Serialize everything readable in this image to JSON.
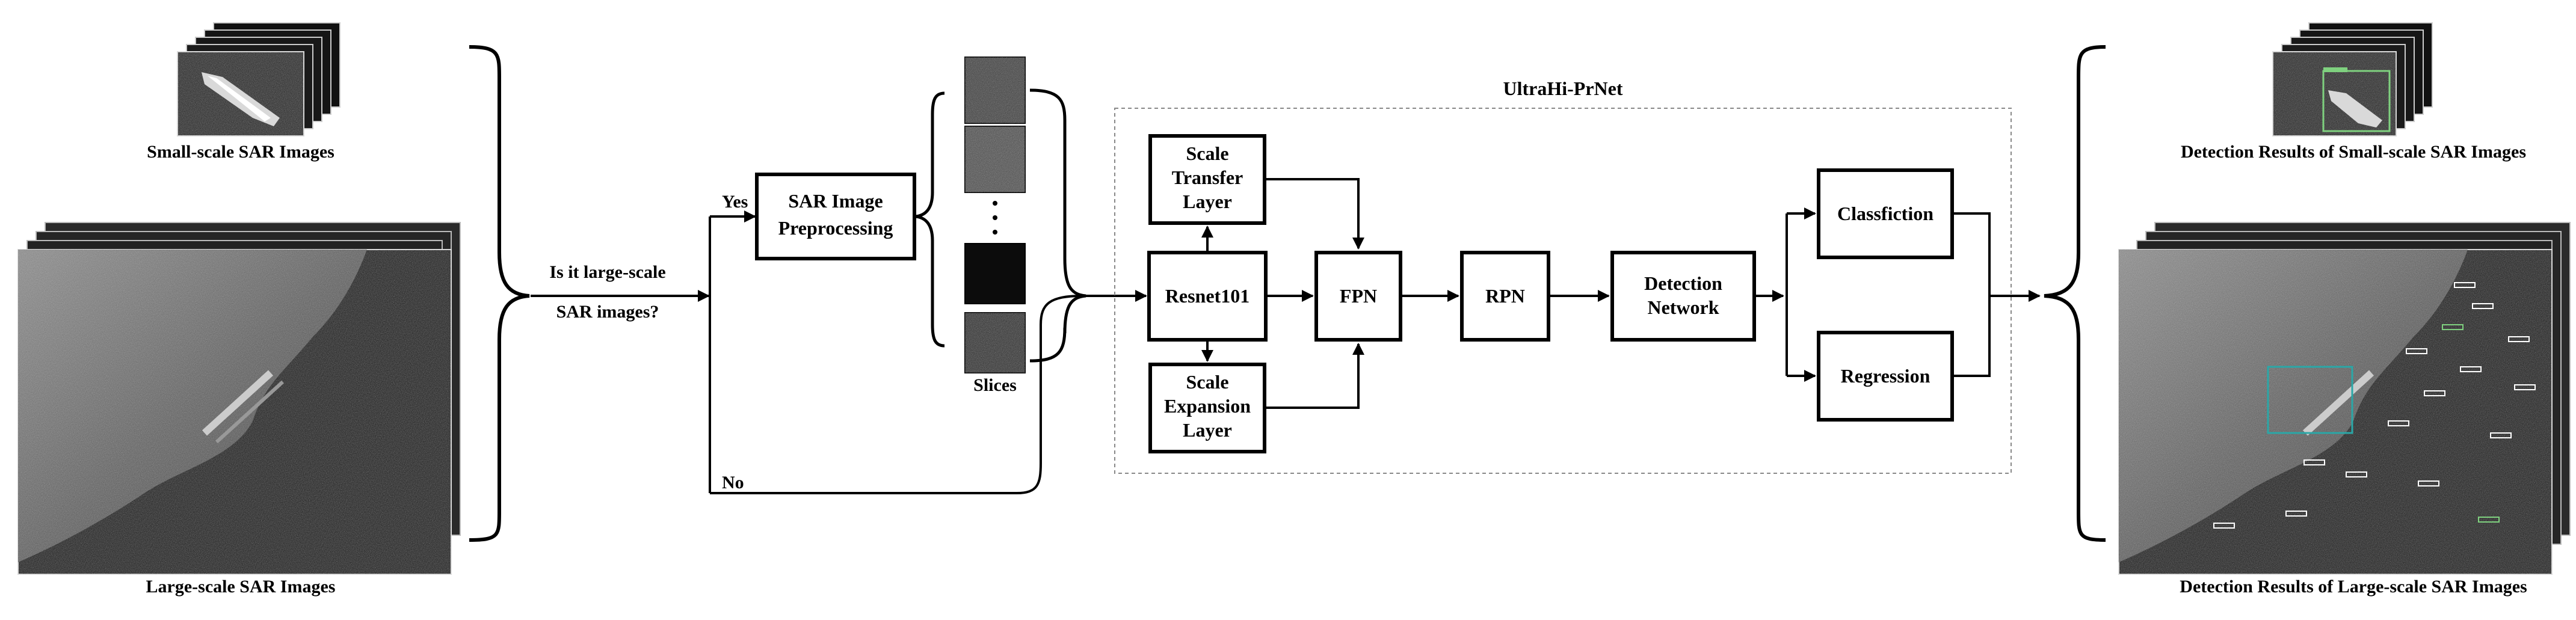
{
  "left": {
    "small_label": "Small-scale SAR Images",
    "large_label": "Large-scale SAR Images"
  },
  "decision": {
    "line1": "Is it large-scale",
    "line2": "SAR images?",
    "yes": "Yes",
    "no": "No"
  },
  "preprocess": {
    "line1": "SAR Image",
    "line2": "Preprocessing"
  },
  "slices": {
    "label": "Slices",
    "ellipsis": "·"
  },
  "network": {
    "title": "UltraHi-PrNet",
    "scale_transfer": [
      "Scale",
      "Transfer",
      "Layer"
    ],
    "resnet": "Resnet101",
    "scale_expansion": [
      "Scale",
      "Expansion",
      "Layer"
    ],
    "fpn": "FPN",
    "rpn": "RPN",
    "detection": [
      "Detection",
      "Network"
    ],
    "classification": "Classfiction",
    "regression": "Regression"
  },
  "right": {
    "small_label": "Detection Results of Small-scale SAR Images",
    "large_label": "Detection Results of Large-scale SAR Images"
  },
  "colors": {
    "detection_box": "#7fd17f",
    "roi_box": "#2aa7a7",
    "sea": "#161616",
    "land": "#6a6a6a"
  }
}
